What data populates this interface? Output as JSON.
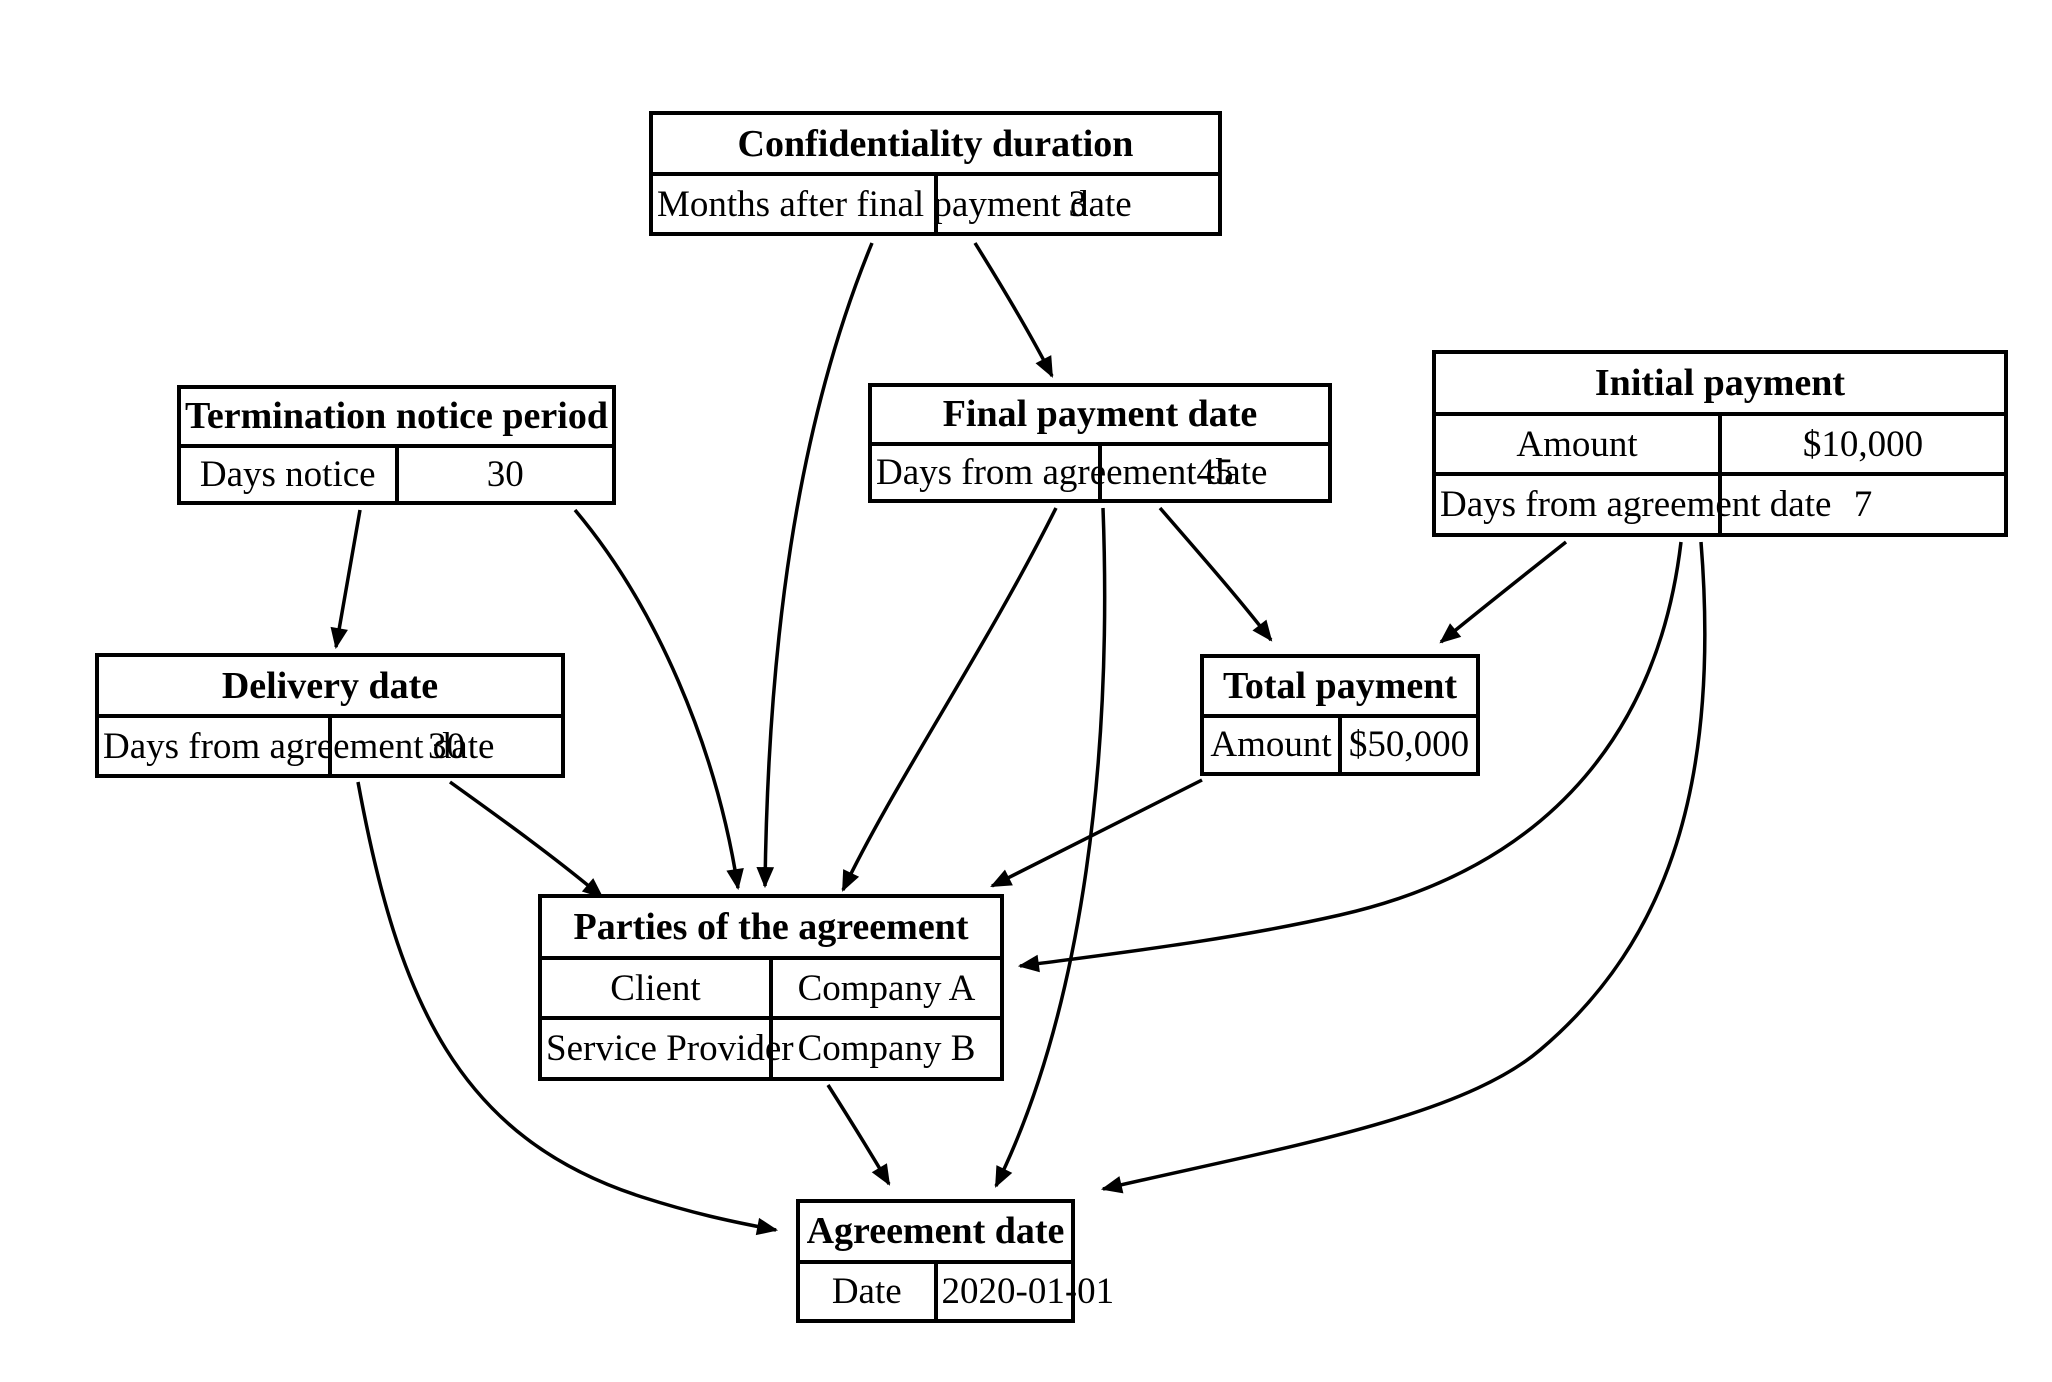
{
  "diagram": {
    "background_color": "#ffffff",
    "line_color": "#000000",
    "nodes": {
      "confidentiality_duration": {
        "title": "Confidentiality duration",
        "rows": [
          {
            "label": "Months after final payment date",
            "value": "3"
          }
        ]
      },
      "termination_notice_period": {
        "title": "Termination notice period",
        "rows": [
          {
            "label": "Days notice",
            "value": "30"
          }
        ]
      },
      "final_payment_date": {
        "title": "Final payment date",
        "rows": [
          {
            "label": "Days from agreement date",
            "value": "45"
          }
        ]
      },
      "initial_payment": {
        "title": "Initial payment",
        "rows": [
          {
            "label": "Amount",
            "value": "$10,000"
          },
          {
            "label": "Days from agreement date",
            "value": "7"
          }
        ]
      },
      "delivery_date": {
        "title": "Delivery date",
        "rows": [
          {
            "label": "Days from agreement date",
            "value": "30"
          }
        ]
      },
      "total_payment": {
        "title": "Total payment",
        "rows": [
          {
            "label": "Amount",
            "value": "$50,000"
          }
        ]
      },
      "parties": {
        "title": "Parties of the agreement",
        "rows": [
          {
            "label": "Client",
            "value": "Company A"
          },
          {
            "label": "Service Provider",
            "value": "Company B"
          }
        ]
      },
      "agreement_date": {
        "title": "Agreement date",
        "rows": [
          {
            "label": "Date",
            "value": "2020-01-01"
          }
        ]
      }
    },
    "edges": [
      {
        "from": "confidentiality_duration",
        "to": "final_payment_date"
      },
      {
        "from": "confidentiality_duration",
        "to": "parties"
      },
      {
        "from": "termination_notice_period",
        "to": "delivery_date"
      },
      {
        "from": "termination_notice_period",
        "to": "parties"
      },
      {
        "from": "final_payment_date",
        "to": "total_payment"
      },
      {
        "from": "final_payment_date",
        "to": "parties"
      },
      {
        "from": "final_payment_date",
        "to": "agreement_date"
      },
      {
        "from": "initial_payment",
        "to": "total_payment"
      },
      {
        "from": "initial_payment",
        "to": "parties"
      },
      {
        "from": "initial_payment",
        "to": "agreement_date"
      },
      {
        "from": "delivery_date",
        "to": "parties"
      },
      {
        "from": "delivery_date",
        "to": "agreement_date"
      },
      {
        "from": "total_payment",
        "to": "parties"
      },
      {
        "from": "parties",
        "to": "agreement_date"
      }
    ]
  }
}
